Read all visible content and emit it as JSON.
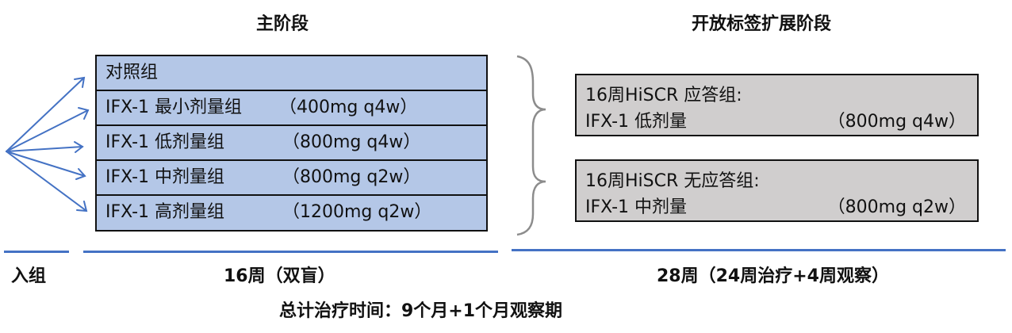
{
  "phases": {
    "main": {
      "title": "主阶段",
      "duration": "16周（双盲）"
    },
    "extension": {
      "title": "开放标签扩展阶段",
      "duration": "28周（24周治疗+4周观察）"
    }
  },
  "enrollment_label": "入组",
  "main_arms": [
    {
      "name": "对照组",
      "dose": ""
    },
    {
      "name": "IFX-1 最小剂量组",
      "dose": "（400mg q4w）"
    },
    {
      "name": "IFX-1 低剂量组",
      "dose": "（800mg q4w）"
    },
    {
      "name": "IFX-1 中剂量组",
      "dose": "（800mg q2w）"
    },
    {
      "name": "IFX-1 高剂量组",
      "dose": "（1200mg q2w）"
    }
  ],
  "extension_groups": [
    {
      "header": "16周HiSCR 应答组:",
      "drug": "IFX-1  低剂量",
      "dose": "（800mg q4w）"
    },
    {
      "header": "16周HiSCR 无应答组:",
      "drug": "IFX-1  中剂量",
      "dose": "（800mg q2w）"
    }
  ],
  "total_treatment": "总计治疗时间：9个月+1个月观察期",
  "colors": {
    "arm_fill": "#b4c7e7",
    "extension_fill": "#d0cece",
    "arrow": "#4472c4",
    "timeline": "#4472c4",
    "brace": "#8c8c8c"
  }
}
